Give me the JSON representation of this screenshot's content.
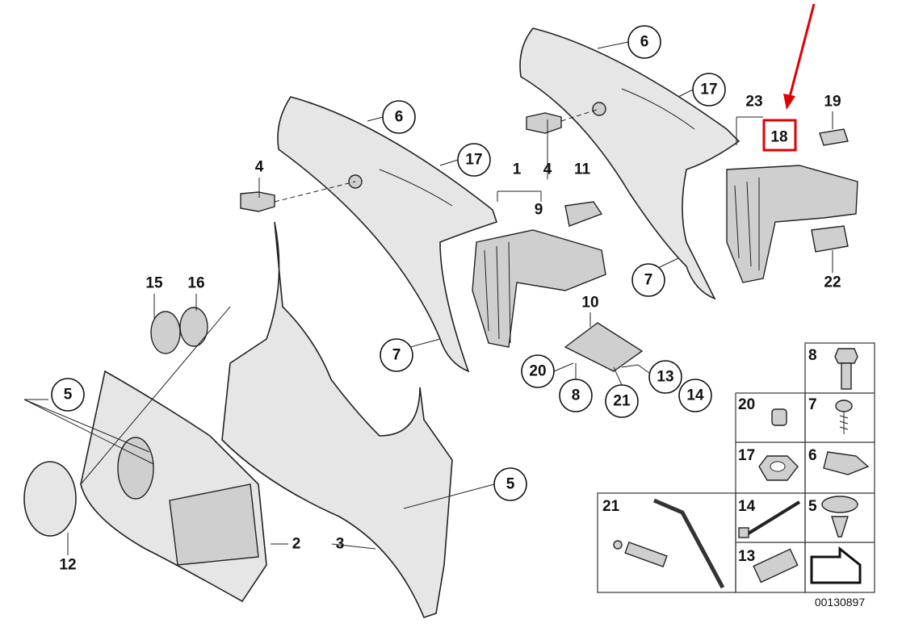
{
  "diagram_id": "00130897",
  "highlight_color": "#e00000",
  "circled_callouts": [
    {
      "label": "6"
    },
    {
      "label": "17"
    },
    {
      "label": "6"
    },
    {
      "label": "17"
    },
    {
      "label": "7"
    },
    {
      "label": "7"
    },
    {
      "label": "5"
    },
    {
      "label": "20"
    },
    {
      "label": "8"
    },
    {
      "label": "21"
    },
    {
      "label": "13"
    },
    {
      "label": "14"
    },
    {
      "label": "5"
    }
  ],
  "plain_labels": [
    {
      "label": "4"
    },
    {
      "label": "1"
    },
    {
      "label": "4"
    },
    {
      "label": "11"
    },
    {
      "label": "9"
    },
    {
      "label": "23"
    },
    {
      "label": "19"
    },
    {
      "label": "22"
    },
    {
      "label": "10"
    },
    {
      "label": "15"
    },
    {
      "label": "16"
    },
    {
      "label": "2"
    },
    {
      "label": "3"
    },
    {
      "label": "12"
    }
  ],
  "highlighted_label": "18",
  "hardware_grid": [
    {
      "label": "8",
      "part": "bolt"
    },
    {
      "label": "20",
      "part": "cap"
    },
    {
      "label": "7",
      "part": "screw"
    },
    {
      "label": "17",
      "part": "nut"
    },
    {
      "label": "6",
      "part": "clip"
    },
    {
      "label": "21",
      "part": "rod"
    },
    {
      "label": "14",
      "part": "pin"
    },
    {
      "label": "5",
      "part": "expanding-rivet"
    },
    {
      "label": "13",
      "part": "spring"
    }
  ]
}
